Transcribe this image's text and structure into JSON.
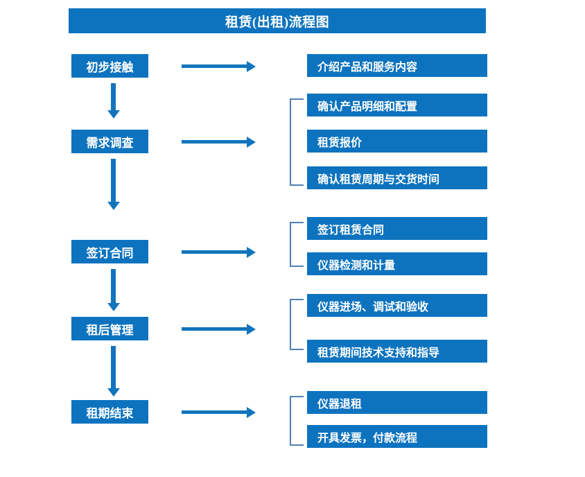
{
  "diagram": {
    "title": "租赁(出租)流程图",
    "colors": {
      "box_blue": "#0d73bf",
      "arrow_blue": "#1274bd",
      "bracket_gray_blue": "#4e7fb5",
      "background": "#ffffff",
      "text": "#ffffff"
    },
    "stages": [
      {
        "label": "初步接触",
        "details": [
          "介绍产品和服务内容"
        ]
      },
      {
        "label": "需求调查",
        "details": [
          "确认产品明细和配置",
          "租赁报价",
          "确认租赁周期与交货时间"
        ]
      },
      {
        "label": "签订合同",
        "details": [
          "签订租赁合同",
          "仪器检测和计量"
        ]
      },
      {
        "label": "租后管理",
        "details": [
          "仪器进场、调试和验收",
          "租赁期间技术支持和指导"
        ]
      },
      {
        "label": "租期结束",
        "details": [
          "仪器退租",
          "开具发票，付款流程"
        ]
      }
    ]
  }
}
